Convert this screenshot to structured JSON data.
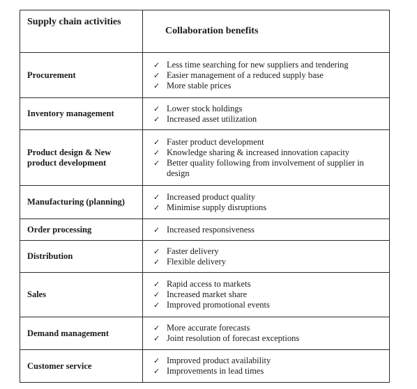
{
  "table": {
    "headers": {
      "activities": "Supply chain activities",
      "benefits": "Collaboration benefits"
    },
    "rows": [
      {
        "activity": "Procurement",
        "benefits": [
          "Less time searching for new suppliers and tendering",
          "Easier management of a reduced supply base",
          "More stable prices"
        ]
      },
      {
        "activity": "Inventory management",
        "benefits": [
          "Lower stock holdings",
          "Increased asset utilization"
        ]
      },
      {
        "activity": "Product design & New product development",
        "benefits": [
          "Faster product development",
          "Knowledge sharing & increased innovation capacity",
          "Better quality following from involvement of supplier in design"
        ]
      },
      {
        "activity": "Manufacturing (planning)",
        "benefits": [
          "Increased product quality",
          "Minimise supply disruptions"
        ]
      },
      {
        "activity": "Order processing",
        "benefits": [
          "Increased responsiveness"
        ]
      },
      {
        "activity": "Distribution",
        "benefits": [
          "Faster delivery",
          "Flexible delivery"
        ]
      },
      {
        "activity": "Sales",
        "benefits": [
          "Rapid access to markets",
          "Increased market share",
          "Improved promotional events"
        ]
      },
      {
        "activity": "Demand management",
        "benefits": [
          "More accurate forecasts",
          "Joint resolution of forecast exceptions"
        ]
      },
      {
        "activity": "Customer service",
        "benefits": [
          "Improved product availability",
          "Improvements in lead times"
        ]
      }
    ]
  },
  "icons": {
    "bullet": "check-mark-icon"
  }
}
